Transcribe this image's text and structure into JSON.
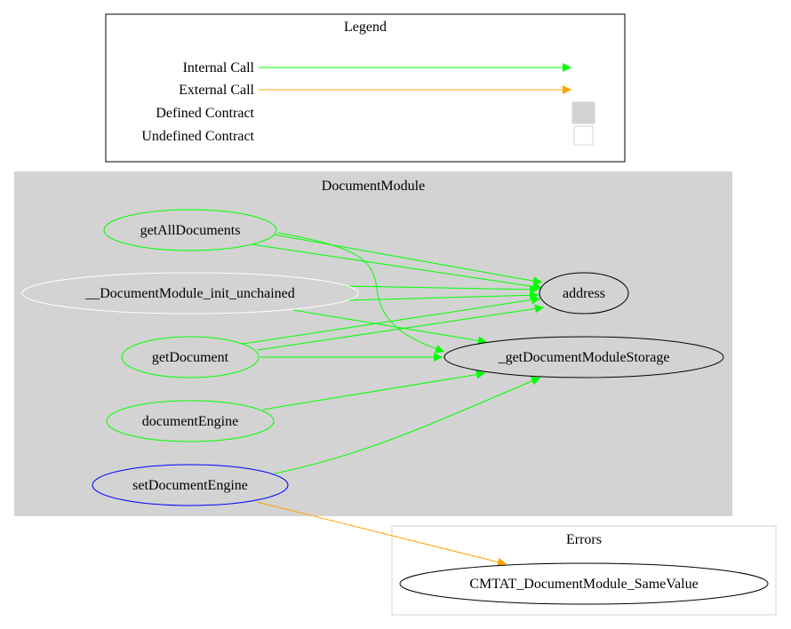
{
  "legend": {
    "title": "Legend",
    "internal_call": "Internal Call",
    "external_call": "External Call",
    "defined_contract": "Defined Contract",
    "undefined_contract": "Undefined Contract"
  },
  "module": {
    "title": "DocumentModule",
    "nodes": {
      "get_all_documents": "getAllDocuments",
      "init_unchained": "__DocumentModule_init_unchained",
      "get_document": "getDocument",
      "document_engine": "documentEngine",
      "set_document_engine": "setDocumentEngine",
      "address": "address",
      "storage": "_getDocumentModuleStorage"
    }
  },
  "errors": {
    "title": "Errors",
    "same_value": "CMTAT_DocumentModule_SameValue"
  },
  "colors": {
    "internal": "#00ff00",
    "external": "#ffa500",
    "cluster_fill": "#d3d3d3",
    "public_node": "#00ff00",
    "internal_node": "#ffffff",
    "external_node": "#0000ff",
    "undefined_node": "#000000"
  }
}
